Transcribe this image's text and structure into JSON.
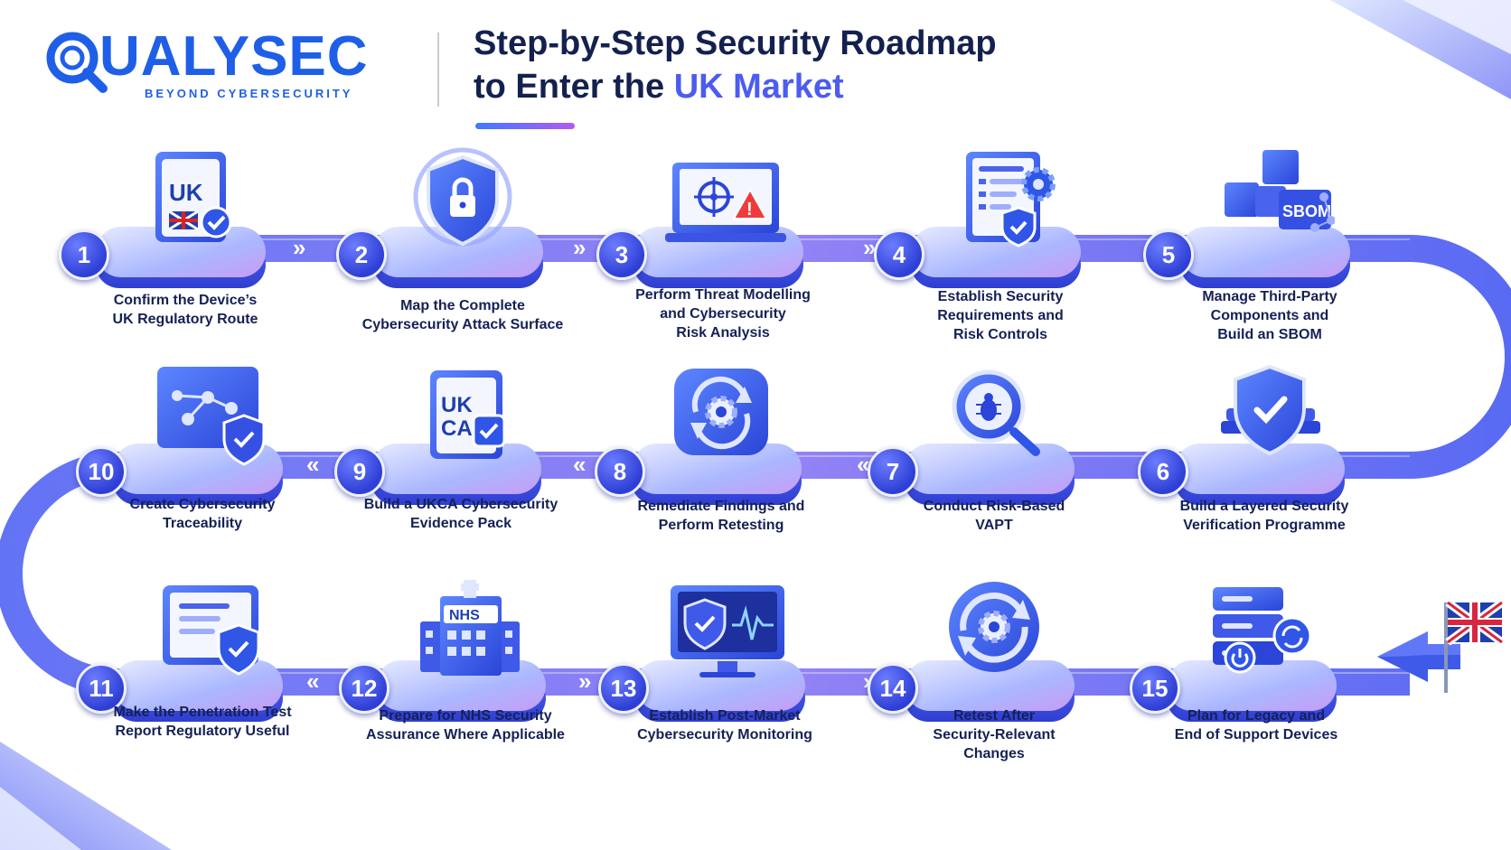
{
  "brand": {
    "name": "QUALYSEC",
    "name_rest": "UALYSEC",
    "tagline": "BEYOND CYBERSECURITY"
  },
  "title": {
    "line1": "Step-by-Step Security Roadmap",
    "line2_prefix": "to Enter the ",
    "line2_accent": "UK Market"
  },
  "colors": {
    "brand_blue": "#1f5fe8",
    "title_navy": "#14214f",
    "accent_violet": "#4c5cf0",
    "track_blue": "#4f62f2",
    "track_violet": "#a98bf5"
  },
  "steps": [
    {
      "number": "1",
      "icon": "uk-document-icon",
      "illustration_text": "UK",
      "lines": [
        "Confirm the Device’s",
        "UK Regulatory Route"
      ]
    },
    {
      "number": "2",
      "icon": "shield-lock-icon",
      "lines": [
        "Map the Complete",
        "Cybersecurity Attack Surface"
      ]
    },
    {
      "number": "3",
      "icon": "threat-monitor-icon",
      "lines": [
        "Perform Threat Modelling",
        "and Cybersecurity",
        "Risk Analysis"
      ]
    },
    {
      "number": "4",
      "icon": "requirements-gear-icon",
      "lines": [
        "Establish Security",
        "Requirements and",
        "Risk Controls"
      ]
    },
    {
      "number": "5",
      "icon": "sbom-cubes-icon",
      "illustration_text": "SBOM",
      "lines": [
        "Manage Third-Party",
        "Components and",
        "Build an SBOM"
      ]
    },
    {
      "number": "6",
      "icon": "layered-shield-icon",
      "lines": [
        "Build a Layered Security",
        "Verification Programme"
      ]
    },
    {
      "number": "7",
      "icon": "bug-magnifier-icon",
      "lines": [
        "Conduct Risk-Based",
        "VAPT"
      ]
    },
    {
      "number": "8",
      "icon": "gear-refresh-icon",
      "lines": [
        "Remediate Findings and",
        "Perform Retesting"
      ]
    },
    {
      "number": "9",
      "icon": "ukca-document-icon",
      "illustration_text": "UKCA",
      "illustration_line1": "UK",
      "illustration_line2": "CA",
      "lines": [
        "Build a UKCA Cybersecurity",
        "Evidence Pack"
      ]
    },
    {
      "number": "10",
      "icon": "network-shield-icon",
      "lines": [
        "Create Cybersecurity",
        "Traceability"
      ]
    },
    {
      "number": "11",
      "icon": "report-shield-icon",
      "lines": [
        "Make the Penetration Test",
        "Report Regulatory Useful"
      ]
    },
    {
      "number": "12",
      "icon": "nhs-hospital-icon",
      "illustration_text": "NHS",
      "lines": [
        "Prepare for NHS Security",
        "Assurance Where Applicable"
      ]
    },
    {
      "number": "13",
      "icon": "monitoring-screen-icon",
      "lines": [
        "Establish Post-Market",
        "Cybersecurity Monitoring"
      ]
    },
    {
      "number": "14",
      "icon": "retest-cycle-icon",
      "lines": [
        "Retest After",
        "Security-Relevant",
        "Changes"
      ]
    },
    {
      "number": "15",
      "icon": "legacy-server-icon",
      "lines": [
        "Plan for Legacy and",
        "End of Support Devices"
      ]
    }
  ],
  "connectors": {
    "forward": "»",
    "backward": "«"
  },
  "end_icon": "uk-flag-arrow-icon"
}
